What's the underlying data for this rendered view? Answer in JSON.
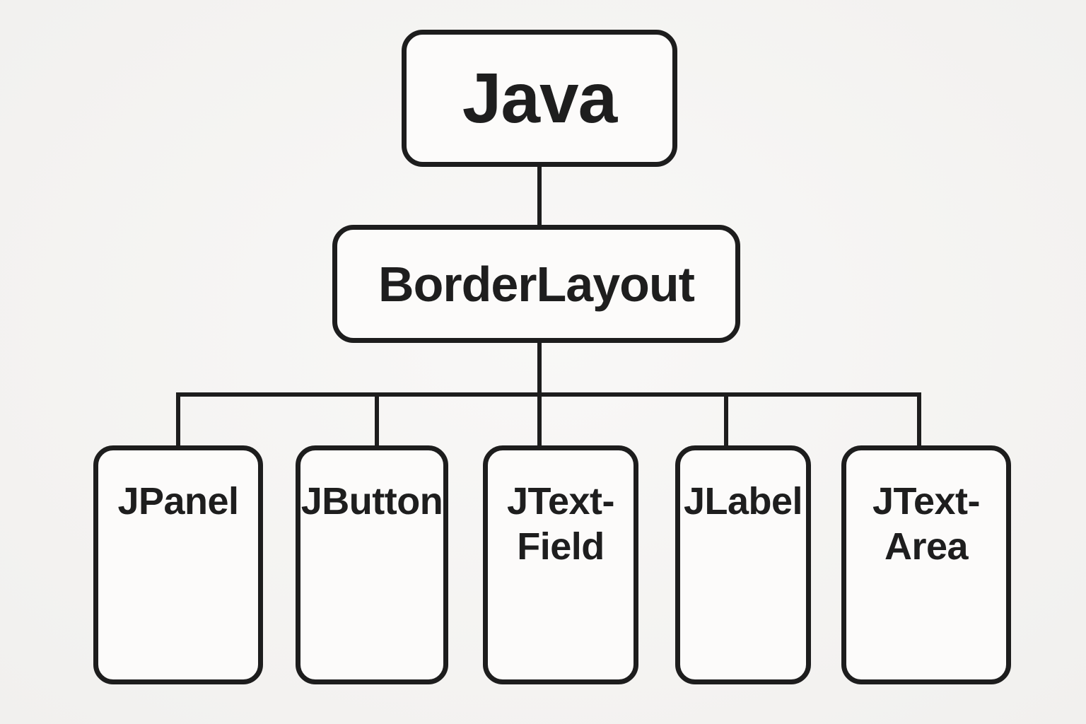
{
  "diagram": {
    "type": "tree",
    "colors": {
      "stroke": "#1d1d1d",
      "node_fill": "#fcfbfa",
      "text": "#1e1e1e",
      "background": "#f5f4f2"
    },
    "nodes": {
      "root": {
        "label": "Java"
      },
      "layout": {
        "label": "BorderLayout"
      },
      "children": [
        {
          "label": "JPanel",
          "lines": [
            "JPanel"
          ]
        },
        {
          "label": "JButton",
          "lines": [
            "JButton"
          ]
        },
        {
          "label": "JText-Field",
          "lines": [
            "JText-",
            "Field"
          ]
        },
        {
          "label": "JLabel",
          "lines": [
            "JLabel"
          ]
        },
        {
          "label": "JText-Area",
          "lines": [
            "JText-",
            "Area"
          ]
        }
      ]
    },
    "edges": [
      {
        "from": "Java",
        "to": "BorderLayout"
      },
      {
        "from": "BorderLayout",
        "to": "JPanel"
      },
      {
        "from": "BorderLayout",
        "to": "JButton"
      },
      {
        "from": "BorderLayout",
        "to": "JText-Field"
      },
      {
        "from": "BorderLayout",
        "to": "JLabel"
      },
      {
        "from": "BorderLayout",
        "to": "JText-Area"
      }
    ]
  }
}
